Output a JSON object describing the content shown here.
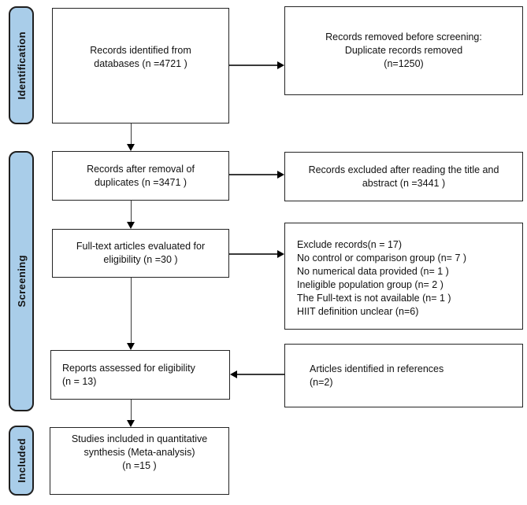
{
  "colors": {
    "stage_fill": "#a9cde9",
    "stage_border": "#1f1f1f",
    "box_border": "#242424",
    "arrow_color": "#3a3a3a",
    "text_color": "#111111",
    "background": "#ffffff"
  },
  "stages": {
    "identification": "Identification",
    "screening": "Screening",
    "included": "Included"
  },
  "flow": {
    "records_identified": "Records identified from\ndatabases (n =4721 )",
    "records_removed": "Records removed before screening:\nDuplicate records removed\n(n=1250)",
    "records_after_removal": "Records after removal of\nduplicates (n =3471 )",
    "records_excluded": "Records excluded after reading the title and\nabstract (n =3441 )",
    "fulltext_evaluated": "Full-text articles evaluated for\neligibility (n =30 )",
    "exclude_records": "Exclude records(n = 17)\nNo control or comparison group (n= 7 )\nNo numerical data provided (n= 1 )\nIneligible population group (n= 2 )\nThe Full-text is not available (n= 1 )\nHIIT definition unclear (n=6)",
    "reports_assessed": "Reports assessed for eligibility\n(n = 13)",
    "articles_references": "Articles identified in references\n(n=2)",
    "studies_included": "Studies included in quantitative\nsynthesis (Meta-analysis)\n(n =15 )"
  }
}
